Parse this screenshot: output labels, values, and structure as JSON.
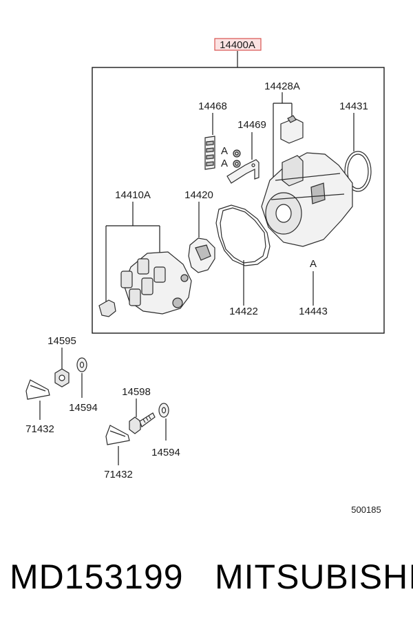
{
  "assembly_label": "14400A",
  "labels": {
    "l14428A": "14428A",
    "l14468": "14468",
    "l14469": "14469",
    "l14431": "14431",
    "lA1": "A",
    "lA2": "A",
    "l14410A": "14410A",
    "l14420": "14420",
    "lA3": "A",
    "l14422": "14422",
    "l14443": "14443",
    "l14595": "14595",
    "l14594a": "14594",
    "l71432a": "71432",
    "l14598": "14598",
    "l14594b": "14594",
    "l71432b": "71432"
  },
  "diagram_code": "500185",
  "footer": {
    "part_number": "MD153199",
    "brand": "MITSUBISHI"
  },
  "colors": {
    "highlight_border": "#d9534f",
    "highlight_fill": "#fbe3e3",
    "part_fill": "#f2f2f2",
    "part_shade": "#bdbdbd"
  }
}
